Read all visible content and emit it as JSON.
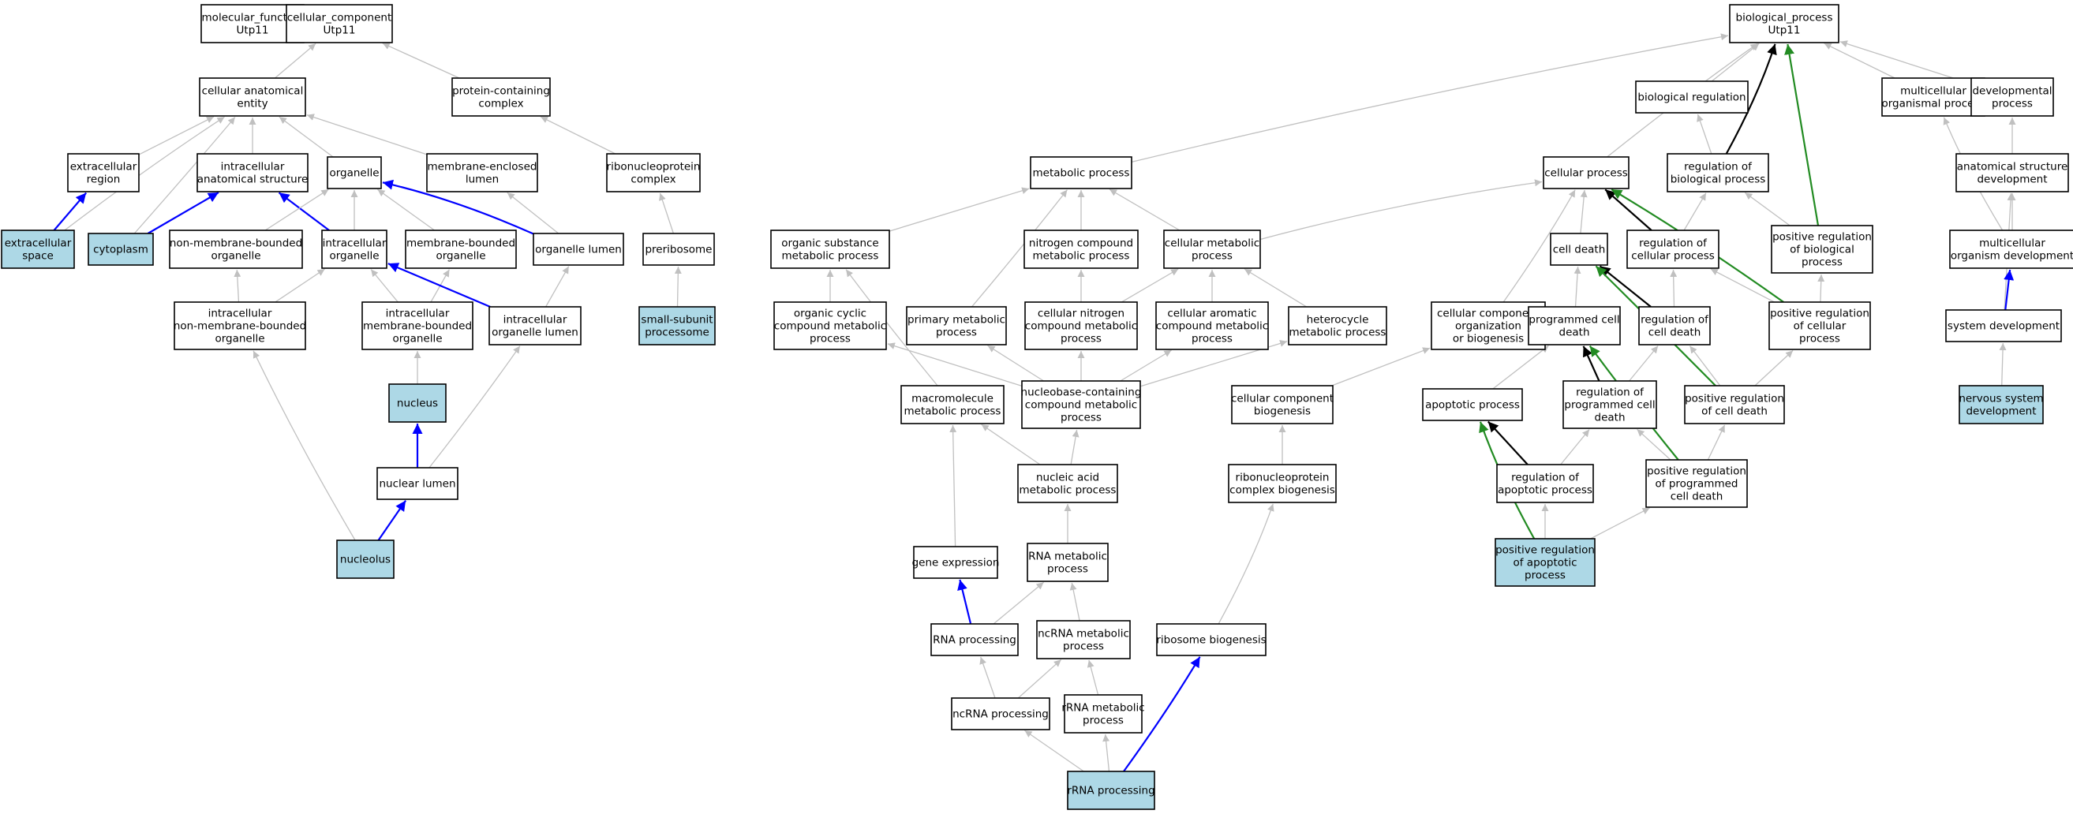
{
  "legend_colors": {
    "gray_edge": "#c0c0c0",
    "blue_edge": "#0000ff",
    "black_edge": "#000000",
    "green_edge": "#228b22",
    "highlight_fill": "#add8e6",
    "plain_fill": "#ffffff"
  },
  "nodes": [
    {
      "id": "mf",
      "lines": [
        "molecular_function",
        "Utp11"
      ],
      "highlight": false
    },
    {
      "id": "cc",
      "lines": [
        "cellular_component",
        "Utp11"
      ],
      "highlight": false
    },
    {
      "id": "cae",
      "lines": [
        "cellular anatomical",
        "entity"
      ],
      "highlight": false
    },
    {
      "id": "pcc",
      "lines": [
        "protein-containing",
        "complex"
      ],
      "highlight": false
    },
    {
      "id": "er",
      "lines": [
        "extracellular",
        "region"
      ],
      "highlight": false
    },
    {
      "id": "ias",
      "lines": [
        "intracellular",
        "anatomical structure"
      ],
      "highlight": false
    },
    {
      "id": "org",
      "lines": [
        "organelle"
      ],
      "highlight": false
    },
    {
      "id": "mel",
      "lines": [
        "membrane-enclosed",
        "lumen"
      ],
      "highlight": false
    },
    {
      "id": "rnpc",
      "lines": [
        "ribonucleoprotein",
        "complex"
      ],
      "highlight": false
    },
    {
      "id": "es",
      "lines": [
        "extracellular",
        "space"
      ],
      "highlight": true
    },
    {
      "id": "cyt",
      "lines": [
        "cytoplasm"
      ],
      "highlight": true
    },
    {
      "id": "nmbo",
      "lines": [
        "non-membrane-bounded",
        "organelle"
      ],
      "highlight": false
    },
    {
      "id": "io",
      "lines": [
        "intracellular",
        "organelle"
      ],
      "highlight": false
    },
    {
      "id": "mbo",
      "lines": [
        "membrane-bounded",
        "organelle"
      ],
      "highlight": false
    },
    {
      "id": "ol",
      "lines": [
        "organelle lumen"
      ],
      "highlight": false
    },
    {
      "id": "prib",
      "lines": [
        "preribosome"
      ],
      "highlight": false
    },
    {
      "id": "inmbo",
      "lines": [
        "intracellular",
        "non-membrane-bounded",
        "organelle"
      ],
      "highlight": false
    },
    {
      "id": "imbo",
      "lines": [
        "intracellular",
        "membrane-bounded",
        "organelle"
      ],
      "highlight": false
    },
    {
      "id": "iol",
      "lines": [
        "intracellular",
        "organelle lumen"
      ],
      "highlight": false
    },
    {
      "id": "ssp",
      "lines": [
        "small-subunit",
        "processome"
      ],
      "highlight": true
    },
    {
      "id": "nuc",
      "lines": [
        "nucleus"
      ],
      "highlight": true
    },
    {
      "id": "nl",
      "lines": [
        "nuclear lumen"
      ],
      "highlight": false
    },
    {
      "id": "nlo",
      "lines": [
        "nucleolus"
      ],
      "highlight": true
    },
    {
      "id": "bp",
      "lines": [
        "biological_process",
        "Utp11"
      ],
      "highlight": false
    },
    {
      "id": "breg",
      "lines": [
        "biological regulation"
      ],
      "highlight": false
    },
    {
      "id": "mop",
      "lines": [
        "multicellular",
        "organismal process"
      ],
      "highlight": false
    },
    {
      "id": "dp",
      "lines": [
        "developmental",
        "process"
      ],
      "highlight": false
    },
    {
      "id": "metp",
      "lines": [
        "metabolic process"
      ],
      "highlight": false
    },
    {
      "id": "cp",
      "lines": [
        "cellular process"
      ],
      "highlight": false
    },
    {
      "id": "rbp",
      "lines": [
        "regulation of",
        "biological process"
      ],
      "highlight": false
    },
    {
      "id": "asd",
      "lines": [
        "anatomical structure",
        "development"
      ],
      "highlight": false
    },
    {
      "id": "osmp",
      "lines": [
        "organic substance",
        "metabolic process"
      ],
      "highlight": false
    },
    {
      "id": "ncmp",
      "lines": [
        "nitrogen compound",
        "metabolic process"
      ],
      "highlight": false
    },
    {
      "id": "cmp",
      "lines": [
        "cellular metabolic",
        "process"
      ],
      "highlight": false
    },
    {
      "id": "cd",
      "lines": [
        "cell death"
      ],
      "highlight": false
    },
    {
      "id": "rcp",
      "lines": [
        "regulation of",
        "cellular process"
      ],
      "highlight": false
    },
    {
      "id": "prbp",
      "lines": [
        "positive regulation",
        "of biological",
        "process"
      ],
      "highlight": false
    },
    {
      "id": "mod",
      "lines": [
        "multicellular",
        "organism development"
      ],
      "highlight": false
    },
    {
      "id": "occmp",
      "lines": [
        "organic cyclic",
        "compound metabolic",
        "process"
      ],
      "highlight": false
    },
    {
      "id": "pmp",
      "lines": [
        "primary metabolic",
        "process"
      ],
      "highlight": false
    },
    {
      "id": "cncmp",
      "lines": [
        "cellular nitrogen",
        "compound metabolic",
        "process"
      ],
      "highlight": false
    },
    {
      "id": "cacmp",
      "lines": [
        "cellular aromatic",
        "compound metabolic",
        "process"
      ],
      "highlight": false
    },
    {
      "id": "hmp",
      "lines": [
        "heterocycle",
        "metabolic process"
      ],
      "highlight": false
    },
    {
      "id": "ccob",
      "lines": [
        "cellular component",
        "organization",
        "or biogenesis"
      ],
      "highlight": false
    },
    {
      "id": "pcd",
      "lines": [
        "programmed cell",
        "death"
      ],
      "highlight": false
    },
    {
      "id": "rcd",
      "lines": [
        "regulation of",
        "cell death"
      ],
      "highlight": false
    },
    {
      "id": "prcp",
      "lines": [
        "positive regulation",
        "of cellular",
        "process"
      ],
      "highlight": false
    },
    {
      "id": "sd",
      "lines": [
        "system development"
      ],
      "highlight": false
    },
    {
      "id": "mmp",
      "lines": [
        "macromolecule",
        "metabolic process"
      ],
      "highlight": false
    },
    {
      "id": "nbccmp",
      "lines": [
        "nucleobase-containing",
        "compound metabolic",
        "process"
      ],
      "highlight": false
    },
    {
      "id": "ccb",
      "lines": [
        "cellular component",
        "biogenesis"
      ],
      "highlight": false
    },
    {
      "id": "ap",
      "lines": [
        "apoptotic process"
      ],
      "highlight": false
    },
    {
      "id": "rpcd",
      "lines": [
        "regulation of",
        "programmed cell",
        "death"
      ],
      "highlight": false
    },
    {
      "id": "prcd",
      "lines": [
        "positive regulation",
        "of cell death"
      ],
      "highlight": false
    },
    {
      "id": "nsd",
      "lines": [
        "nervous system",
        "development"
      ],
      "highlight": true
    },
    {
      "id": "namp",
      "lines": [
        "nucleic acid",
        "metabolic process"
      ],
      "highlight": false
    },
    {
      "id": "rnpcb",
      "lines": [
        "ribonucleoprotein",
        "complex biogenesis"
      ],
      "highlight": false
    },
    {
      "id": "rap",
      "lines": [
        "regulation of",
        "apoptotic process"
      ],
      "highlight": false
    },
    {
      "id": "prpcd",
      "lines": [
        "positive regulation",
        "of programmed",
        "cell death"
      ],
      "highlight": false
    },
    {
      "id": "ge",
      "lines": [
        "gene expression"
      ],
      "highlight": false
    },
    {
      "id": "rnamp",
      "lines": [
        "RNA metabolic",
        "process"
      ],
      "highlight": false
    },
    {
      "id": "prap",
      "lines": [
        "positive regulation",
        "of apoptotic",
        "process"
      ],
      "highlight": true
    },
    {
      "id": "rnap",
      "lines": [
        "RNA processing"
      ],
      "highlight": false
    },
    {
      "id": "ncrnamp",
      "lines": [
        "ncRNA metabolic",
        "process"
      ],
      "highlight": false
    },
    {
      "id": "rb",
      "lines": [
        "ribosome biogenesis"
      ],
      "highlight": false
    },
    {
      "id": "ncrnap",
      "lines": [
        "ncRNA processing"
      ],
      "highlight": false
    },
    {
      "id": "rrnamp",
      "lines": [
        "rRNA metabolic",
        "process"
      ],
      "highlight": false
    },
    {
      "id": "rrnap",
      "lines": [
        "rRNA processing"
      ],
      "highlight": true
    }
  ],
  "edges": [
    {
      "from": "cae",
      "to": "cc",
      "color": "gray"
    },
    {
      "from": "pcc",
      "to": "cc",
      "color": "gray"
    },
    {
      "from": "er",
      "to": "cae",
      "color": "gray"
    },
    {
      "from": "ias",
      "to": "cae",
      "color": "gray"
    },
    {
      "from": "org",
      "to": "cae",
      "color": "gray"
    },
    {
      "from": "mel",
      "to": "cae",
      "color": "gray"
    },
    {
      "from": "es",
      "to": "cae",
      "color": "gray"
    },
    {
      "from": "cyt",
      "to": "cae",
      "color": "gray"
    },
    {
      "from": "rnpc",
      "to": "pcc",
      "color": "gray"
    },
    {
      "from": "es",
      "to": "er",
      "color": "blue"
    },
    {
      "from": "cyt",
      "to": "ias",
      "color": "blue"
    },
    {
      "from": "io",
      "to": "ias",
      "color": "blue"
    },
    {
      "from": "nmbo",
      "to": "org",
      "color": "gray"
    },
    {
      "from": "io",
      "to": "org",
      "color": "gray"
    },
    {
      "from": "mbo",
      "to": "org",
      "color": "gray"
    },
    {
      "from": "ol",
      "to": "org",
      "color": "blue"
    },
    {
      "from": "ol",
      "to": "mel",
      "color": "gray"
    },
    {
      "from": "prib",
      "to": "rnpc",
      "color": "gray"
    },
    {
      "from": "ssp",
      "to": "prib",
      "color": "gray"
    },
    {
      "from": "inmbo",
      "to": "nmbo",
      "color": "gray"
    },
    {
      "from": "inmbo",
      "to": "io",
      "color": "gray"
    },
    {
      "from": "imbo",
      "to": "io",
      "color": "gray"
    },
    {
      "from": "imbo",
      "to": "mbo",
      "color": "gray"
    },
    {
      "from": "iol",
      "to": "io",
      "color": "blue"
    },
    {
      "from": "iol",
      "to": "ol",
      "color": "gray"
    },
    {
      "from": "nuc",
      "to": "imbo",
      "color": "gray"
    },
    {
      "from": "nl",
      "to": "nuc",
      "color": "blue"
    },
    {
      "from": "nl",
      "to": "iol",
      "color": "gray"
    },
    {
      "from": "nlo",
      "to": "nl",
      "color": "blue"
    },
    {
      "from": "nlo",
      "to": "inmbo",
      "color": "gray"
    },
    {
      "from": "metp",
      "to": "bp",
      "color": "gray"
    },
    {
      "from": "cp",
      "to": "bp",
      "color": "gray"
    },
    {
      "from": "breg",
      "to": "bp",
      "color": "gray"
    },
    {
      "from": "rbp",
      "to": "bp",
      "color": "black"
    },
    {
      "from": "prbp",
      "to": "bp",
      "color": "green"
    },
    {
      "from": "mop",
      "to": "bp",
      "color": "gray"
    },
    {
      "from": "dp",
      "to": "bp",
      "color": "gray"
    },
    {
      "from": "rbp",
      "to": "breg",
      "color": "gray"
    },
    {
      "from": "asd",
      "to": "dp",
      "color": "gray"
    },
    {
      "from": "mod",
      "to": "mop",
      "color": "gray"
    },
    {
      "from": "mod",
      "to": "asd",
      "color": "gray"
    },
    {
      "from": "sd",
      "to": "asd",
      "color": "gray"
    },
    {
      "from": "sd",
      "to": "mod",
      "color": "blue"
    },
    {
      "from": "nsd",
      "to": "sd",
      "color": "gray"
    },
    {
      "from": "osmp",
      "to": "metp",
      "color": "gray"
    },
    {
      "from": "ncmp",
      "to": "metp",
      "color": "gray"
    },
    {
      "from": "cmp",
      "to": "metp",
      "color": "gray"
    },
    {
      "from": "pmp",
      "to": "metp",
      "color": "gray"
    },
    {
      "from": "cmp",
      "to": "cp",
      "color": "gray"
    },
    {
      "from": "cd",
      "to": "cp",
      "color": "gray"
    },
    {
      "from": "rcp",
      "to": "cp",
      "color": "black"
    },
    {
      "from": "prcp",
      "to": "cp",
      "color": "green"
    },
    {
      "from": "ccob",
      "to": "cp",
      "color": "gray"
    },
    {
      "from": "rcp",
      "to": "rbp",
      "color": "gray"
    },
    {
      "from": "prbp",
      "to": "rbp",
      "color": "gray"
    },
    {
      "from": "prcp",
      "to": "rcp",
      "color": "gray"
    },
    {
      "from": "prcp",
      "to": "prbp",
      "color": "gray"
    },
    {
      "from": "occmp",
      "to": "osmp",
      "color": "gray"
    },
    {
      "from": "mmp",
      "to": "osmp",
      "color": "gray"
    },
    {
      "from": "cncmp",
      "to": "ncmp",
      "color": "gray"
    },
    {
      "from": "cncmp",
      "to": "cmp",
      "color": "gray"
    },
    {
      "from": "cacmp",
      "to": "cmp",
      "color": "gray"
    },
    {
      "from": "hmp",
      "to": "cmp",
      "color": "gray"
    },
    {
      "from": "pcd",
      "to": "cd",
      "color": "gray"
    },
    {
      "from": "rcd",
      "to": "cd",
      "color": "black"
    },
    {
      "from": "prcd",
      "to": "cd",
      "color": "green"
    },
    {
      "from": "rcd",
      "to": "rcp",
      "color": "gray"
    },
    {
      "from": "prcd",
      "to": "rcd",
      "color": "gray"
    },
    {
      "from": "prcd",
      "to": "prcp",
      "color": "gray"
    },
    {
      "from": "nbccmp",
      "to": "occmp",
      "color": "gray"
    },
    {
      "from": "nbccmp",
      "to": "pmp",
      "color": "gray"
    },
    {
      "from": "nbccmp",
      "to": "cncmp",
      "color": "gray"
    },
    {
      "from": "nbccmp",
      "to": "cacmp",
      "color": "gray"
    },
    {
      "from": "nbccmp",
      "to": "hmp",
      "color": "gray"
    },
    {
      "from": "ccb",
      "to": "ccob",
      "color": "gray"
    },
    {
      "from": "ap",
      "to": "pcd",
      "color": "gray"
    },
    {
      "from": "rpcd",
      "to": "pcd",
      "color": "black"
    },
    {
      "from": "prpcd",
      "to": "pcd",
      "color": "green"
    },
    {
      "from": "rpcd",
      "to": "rcd",
      "color": "gray"
    },
    {
      "from": "prpcd",
      "to": "rpcd",
      "color": "gray"
    },
    {
      "from": "prpcd",
      "to": "prcd",
      "color": "gray"
    },
    {
      "from": "namp",
      "to": "mmp",
      "color": "gray"
    },
    {
      "from": "namp",
      "to": "nbccmp",
      "color": "gray"
    },
    {
      "from": "ge",
      "to": "mmp",
      "color": "gray"
    },
    {
      "from": "rnpcb",
      "to": "ccb",
      "color": "gray"
    },
    {
      "from": "rap",
      "to": "ap",
      "color": "black"
    },
    {
      "from": "prap",
      "to": "ap",
      "color": "green"
    },
    {
      "from": "rap",
      "to": "rpcd",
      "color": "gray"
    },
    {
      "from": "prap",
      "to": "rap",
      "color": "gray"
    },
    {
      "from": "prap",
      "to": "prpcd",
      "color": "gray"
    },
    {
      "from": "rnamp",
      "to": "namp",
      "color": "gray"
    },
    {
      "from": "rnap",
      "to": "ge",
      "color": "blue"
    },
    {
      "from": "rnap",
      "to": "rnamp",
      "color": "gray"
    },
    {
      "from": "ncrnamp",
      "to": "rnamp",
      "color": "gray"
    },
    {
      "from": "rb",
      "to": "rnpcb",
      "color": "gray"
    },
    {
      "from": "ncrnap",
      "to": "rnap",
      "color": "gray"
    },
    {
      "from": "ncrnap",
      "to": "ncrnamp",
      "color": "gray"
    },
    {
      "from": "rrnamp",
      "to": "ncrnamp",
      "color": "gray"
    },
    {
      "from": "rrnap",
      "to": "ncrnap",
      "color": "gray"
    },
    {
      "from": "rrnap",
      "to": "rrnamp",
      "color": "gray"
    },
    {
      "from": "rrnap",
      "to": "rb",
      "color": "blue"
    }
  ]
}
